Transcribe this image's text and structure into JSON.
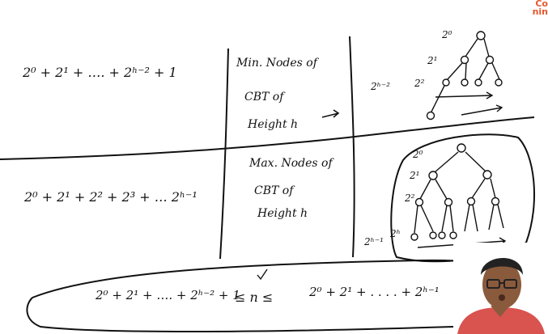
{
  "logo": {
    "line1": "Co",
    "line2": "nin"
  },
  "left_col": {
    "min_sum": "2⁰ + 2¹ + …. + 2ʰ⁻² + 1",
    "max_sum": "2⁰ + 2¹ + 2² + 2³ + … 2ʰ⁻¹"
  },
  "mid_col": {
    "min_line1": "Min. Nodes of",
    "min_line2": "CBT of",
    "min_line3": "Height h",
    "max_line1": "Max. Nodes of",
    "max_line2": "CBT of",
    "max_line3": "Height h"
  },
  "tree_top": {
    "l0": "2⁰",
    "l1": "2¹",
    "l2": "2²",
    "hm2": "2ʰ⁻²"
  },
  "tree_bottom": {
    "l0": "2⁰",
    "l1": "2¹",
    "l2": "2²",
    "hm1": "2ʰ⁻¹",
    "h_label": "2ʰ"
  },
  "inequality": {
    "left": "2⁰ + 2¹ + …. + 2ʰ⁻² + 1",
    "mid": "≤ n ≤",
    "right": "2⁰ + 2¹ + . . . . + 2ʰ⁻¹"
  },
  "colors": {
    "ink": "#111111",
    "accent": "#e4572e",
    "skin": "#8a5a3c",
    "shirt": "#d9534f"
  }
}
